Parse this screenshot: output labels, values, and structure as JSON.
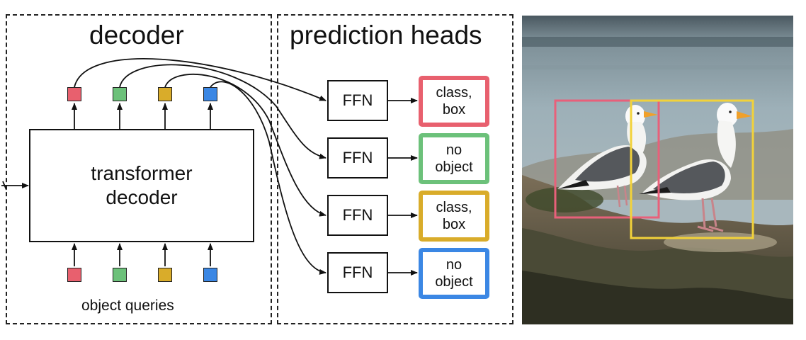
{
  "decoder": {
    "title": "decoder",
    "transformer_line1": "transformer",
    "transformer_line2": "decoder",
    "queries_label": "object queries"
  },
  "prediction_heads": {
    "title": "prediction heads",
    "ffn_label": "FFN",
    "outputs": [
      {
        "line1": "class,",
        "line2": "box",
        "color": "#e8606e"
      },
      {
        "line1": "no",
        "line2": "object",
        "color": "#6cc17a"
      },
      {
        "line1": "class,",
        "line2": "box",
        "color": "#d9ac2a"
      },
      {
        "line1": "no",
        "line2": "object",
        "color": "#3b87e4"
      }
    ]
  },
  "query_colors": [
    "#e8606e",
    "#6cc17a",
    "#d9ac2a",
    "#3b87e4"
  ],
  "photo": {
    "box_colors": [
      "#e8607a",
      "#f2d23a"
    ]
  }
}
